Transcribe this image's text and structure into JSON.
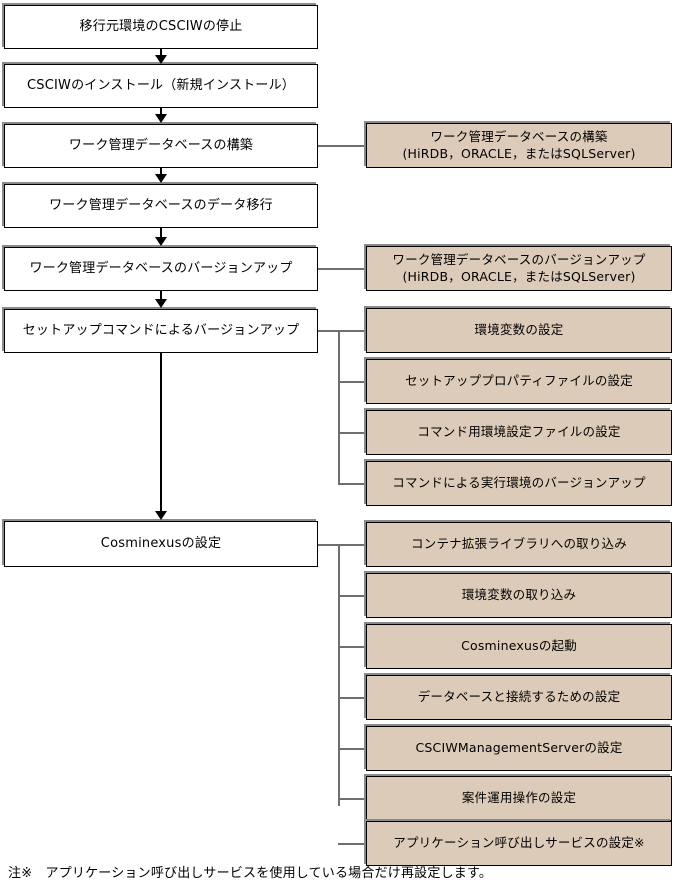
{
  "diagram": {
    "type": "flowchart",
    "title": "",
    "orientation": "top-to-bottom with side branches",
    "colors": {
      "primary_box_fill": "#ffffff",
      "detail_box_fill": "#dccbb8",
      "border": "#000000",
      "shadow": "#8a8a8a",
      "connector": "#000000",
      "branch_connector": "#6e6e6e",
      "text": "#000000"
    },
    "main_flow": [
      {
        "id": "step1",
        "label": "移行元環境のCSCIWの停止"
      },
      {
        "id": "step2",
        "label": "CSCIWのインストール（新規インストール）"
      },
      {
        "id": "step3",
        "label": "ワーク管理データベースの構築"
      },
      {
        "id": "step4",
        "label": "ワーク管理データベースのデータ移行"
      },
      {
        "id": "step5",
        "label": "ワーク管理データベースのバージョンアップ"
      },
      {
        "id": "step6",
        "label": "セットアップコマンドによるバージョンアップ"
      },
      {
        "id": "step7",
        "label": "Cosminexusの設定"
      }
    ],
    "branches": [
      {
        "from": "step3",
        "items": [
          {
            "label": "ワーク管理データベースの構築\n(HiRDB，ORACLE，またはSQLServer)"
          }
        ]
      },
      {
        "from": "step5",
        "items": [
          {
            "label": "ワーク管理データベースのバージョンアップ\n(HiRDB，ORACLE，またはSQLServer)"
          }
        ]
      },
      {
        "from": "step6",
        "items": [
          {
            "label": "環境変数の設定"
          },
          {
            "label": "セットアッププロパティファイルの設定"
          },
          {
            "label": "コマンド用環境設定ファイルの設定"
          },
          {
            "label": "コマンドによる実行環境のバージョンアップ"
          }
        ]
      },
      {
        "from": "step7",
        "items": [
          {
            "label": "コンテナ拡張ライブラリへの取り込み"
          },
          {
            "label": "環境変数の取り込み"
          },
          {
            "label": "Cosminexusの起動"
          },
          {
            "label": "データベースと接続するための設定"
          },
          {
            "label": "CSCIWManagementServerの設定"
          },
          {
            "label": "案件運用操作の設定"
          },
          {
            "label": "アプリケーション呼び出しサービスの設定※"
          }
        ]
      }
    ],
    "footnote": "注※　アプリケーション呼び出しサービスを使用している場合だけ再設定します。"
  }
}
